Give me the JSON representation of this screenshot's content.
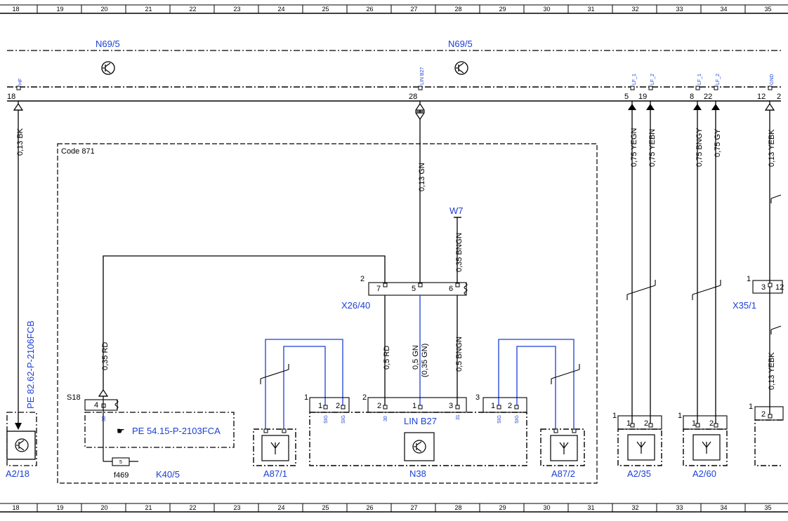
{
  "ruler": [
    "18",
    "19",
    "20",
    "21",
    "22",
    "23",
    "24",
    "25",
    "26",
    "27",
    "28",
    "29",
    "30",
    "31",
    "32",
    "33",
    "34",
    "35"
  ],
  "control_units": [
    {
      "id": "n69_left",
      "label": "N69/5"
    },
    {
      "id": "n69_right",
      "label": "N69/5"
    }
  ],
  "connector_top": {
    "pins": [
      {
        "num": "18",
        "signal": "HF"
      },
      {
        "num": "28",
        "signal": "LIN B27"
      },
      {
        "num": "5",
        "signal": "LF_1"
      },
      {
        "num": "19",
        "signal": "LF_2"
      },
      {
        "num": "8",
        "signal": "LF_1"
      },
      {
        "num": "22",
        "signal": "LF_2"
      },
      {
        "num": "12",
        "signal": "GND"
      },
      {
        "num": "2",
        "signal": ""
      }
    ]
  },
  "wires": {
    "w_bk": "0,13 BK",
    "w_gn_main": "0,13 GN",
    "w_w7_bngn": "0,35 BNGN",
    "w_rd_035": "0,35 RD",
    "w_rd_05": "0,5 RD",
    "w_gn_05": "0,5 GN",
    "w_gn_05b": "(0,35 GN)",
    "w_bngn_05": "0,5 BNGN",
    "w_yegn": "0,75 YEGN",
    "w_yebn": "0,75 YEBN",
    "w_bngy": "0,75 BNGY",
    "w_gy": "0,75 GY",
    "w_yebk_top": "0,13 YEBK",
    "w_yebk_bot": "0,13 YEBK"
  },
  "labels": {
    "code_box": "Code 871",
    "ground_w7": "W7",
    "x26_40": "X26/40",
    "x35_1": "X35/1",
    "s18": "S18",
    "f469": "f469",
    "k40_5": "K40/5",
    "a2_18": "A2/18",
    "a87_1": "A87/1",
    "n38": "N38",
    "n38_lin": "LIN B27",
    "a87_2": "A87/2",
    "a2_35": "A2/35",
    "a2_60": "A2/60",
    "ref_a2_18": "PE 82.62-P-2106FCB",
    "ref_k40_5": "PE 54.15-P-2103FCA"
  },
  "pins": {
    "x26_group": "2",
    "x26_p7": "7",
    "x26_p5": "5",
    "x26_p6": "6",
    "s18_p4": "4",
    "s18_p30": "30",
    "fuse_num": "5",
    "n38_g1": "1",
    "n38_g1_p1": "1",
    "n38_g1_p2": "2",
    "n38_g1_sig1": "SIG",
    "n38_g1_sig2": "SIG",
    "n38_g2": "2",
    "n38_g2_p2": "2",
    "n38_g2_p1": "1",
    "n38_g2_p3": "3",
    "n38_g2_30": "30",
    "n38_g2_31": "31",
    "n38_g3": "3",
    "n38_g3_p1": "1",
    "n38_g3_p2": "2",
    "n38_g3_sig1": "SIG",
    "n38_g3_sig2": "SIG",
    "a2_35_g": "1",
    "a2_35_p1": "1",
    "a2_35_p2": "2",
    "a2_60_g": "1",
    "a2_60_p1": "1",
    "a2_60_p2": "2",
    "x35_g": "1",
    "x35_p3": "3",
    "x35_p12": "12",
    "right_g": "1",
    "right_p2": "2"
  },
  "colors": {
    "line": "#000000",
    "signal": "#1a3fd6",
    "label": "#1a3fd6"
  }
}
